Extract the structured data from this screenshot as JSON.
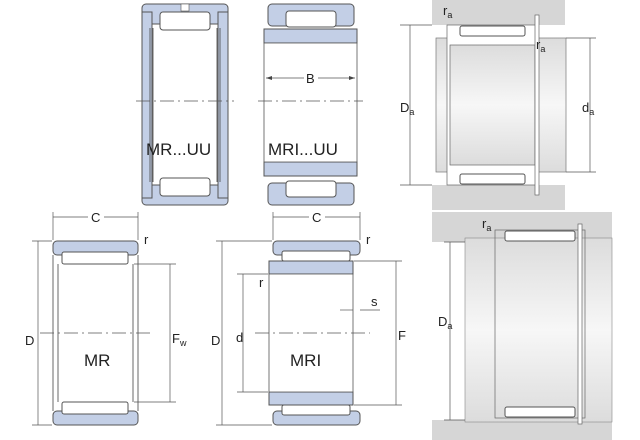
{
  "top_left": {
    "type_label": "MR...UU"
  },
  "top_middle": {
    "type_label": "MRI...UU",
    "width_label": "B"
  },
  "top_right": {
    "housing_diameter": {
      "main": "D",
      "sub": "a"
    },
    "shaft_diameter": {
      "main": "d",
      "sub": "a"
    },
    "fillet_top": {
      "main": "r",
      "sub": "a"
    },
    "fillet_right": {
      "main": "r",
      "sub": "a"
    }
  },
  "bottom_left": {
    "type_label": "MR",
    "width_label": "C",
    "fillet_label": "r",
    "outer_label": "D",
    "raceway_label": {
      "main": "F",
      "sub": "w"
    }
  },
  "bottom_middle": {
    "type_label": "MRI",
    "width_label": "C",
    "fillet_right_label": "r",
    "fillet_left_label": "r",
    "outer_label": "D",
    "bore_label": "d",
    "raceway_label": "F",
    "offset_label": "s"
  },
  "bottom_right": {
    "housing_diameter": {
      "main": "D",
      "sub": "a"
    },
    "fillet_top": {
      "main": "r",
      "sub": "a"
    }
  },
  "colors": {
    "ring": "#c3cfe6",
    "housing": "#d6d6d6"
  }
}
